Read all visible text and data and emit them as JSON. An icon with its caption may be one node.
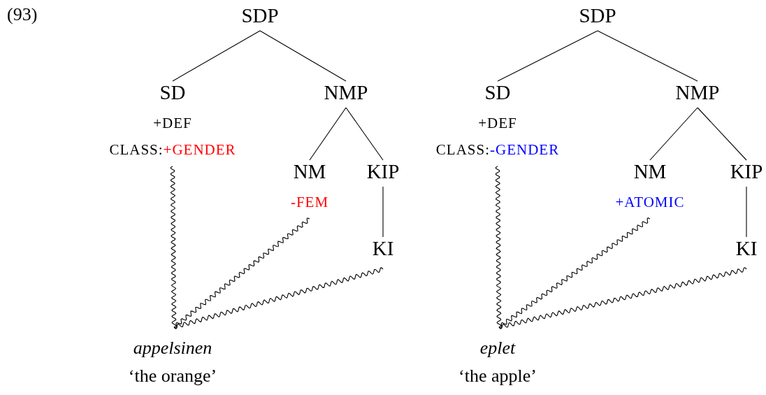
{
  "diagram": {
    "nodes": [
      {
        "text": [
          "SDP"
        ]
      },
      {
        "text": [
          "SD",
          "+DEF",
          "CLASS:+GENDER"
        ]
      },
      {
        "text": [
          "NMP"
        ]
      },
      {
        "text": [
          "NM",
          "-FEM"
        ]
      },
      {
        "text": [
          "KIP"
        ]
      },
      {
        "text": [
          "KI"
        ]
      },
      {
        "text": [
          "appelsinen",
          "‘the orange’"
        ]
      },
      {
        "text": [
          "SDP"
        ]
      },
      {
        "text": [
          "SD",
          "+DEF",
          "CLASS:-GENDER"
        ]
      },
      {
        "text": [
          "NMP"
        ]
      },
      {
        "text": [
          "NM",
          "+ATOMIC"
        ]
      },
      {
        "text": [
          "KIP"
        ]
      },
      {
        "text": [
          "KI"
        ]
      },
      {
        "text": [
          "eplet",
          "‘the apple’"
        ]
      }
    ],
    "edges": [
      {
        "from": 0,
        "to": 1,
        "arrow": "none"
      },
      {
        "from": 0,
        "to": 2,
        "arrow": "none"
      },
      {
        "from": 2,
        "to": 3,
        "arrow": "none"
      },
      {
        "from": 2,
        "to": 4,
        "arrow": "none"
      },
      {
        "from": 4,
        "to": 5,
        "arrow": "none"
      },
      {
        "from": 1,
        "to": 6,
        "arrow": "none"
      },
      {
        "from": 3,
        "to": 6,
        "arrow": "none"
      },
      {
        "from": 5,
        "to": 6,
        "arrow": "none"
      },
      {
        "from": 7,
        "to": 8,
        "arrow": "none"
      },
      {
        "from": 7,
        "to": 9,
        "arrow": "none"
      },
      {
        "from": 9,
        "to": 10,
        "arrow": "none"
      },
      {
        "from": 9,
        "to": 11,
        "arrow": "none"
      },
      {
        "from": 11,
        "to": 12,
        "arrow": "none"
      },
      {
        "from": 8,
        "to": 13,
        "arrow": "none"
      },
      {
        "from": 10,
        "to": 13,
        "arrow": "none"
      },
      {
        "from": 12,
        "to": 13,
        "arrow": "none"
      }
    ],
    "labels": [
      "(93)"
    ]
  }
}
